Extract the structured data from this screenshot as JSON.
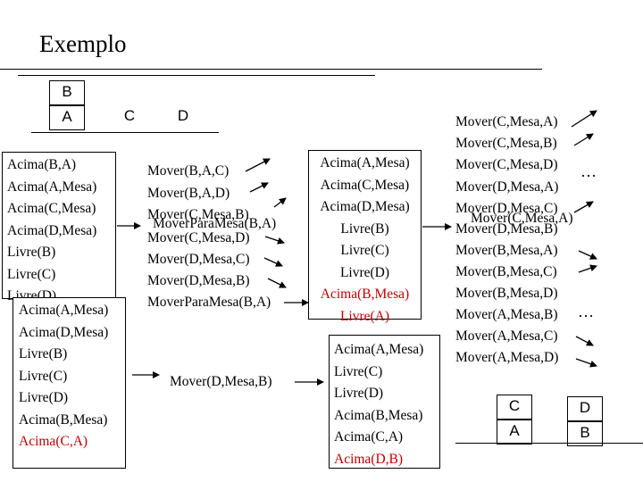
{
  "title": "Exemplo",
  "initial_blocks": {
    "top": "B",
    "bottom": "A",
    "c": "C",
    "d": "D"
  },
  "initial_state": [
    "Acima(B,A)",
    "Acima(A,Mesa)",
    "Acima(C,Mesa)",
    "Acima(D,Mesa)",
    "Livre(B)",
    "Livre(C)",
    "Livre(D)"
  ],
  "actions_1": [
    "Mover(B,A,C)",
    "Mover(B,A,D)",
    "Mover(C,Mesa,B)",
    "MoverParaMesa(B,A)",
    "Mover(C,Mesa,D)",
    "Mover(D,Mesa,C)",
    "Mover(D,Mesa,B)",
    "MoverParaMesa(B,A)"
  ],
  "state_2": {
    "plain": [
      "Acima(A,Mesa)",
      "Acima(C,Mesa)",
      "Acima(D,Mesa)",
      "Livre(B)",
      "Livre(C)",
      "Livre(D)"
    ],
    "highlighted": [
      "Acima(B,Mesa)",
      "Livre(A)"
    ]
  },
  "actions_2": [
    "Mover(C,Mesa,A)",
    "Mover(C,Mesa,B)",
    "Mover(C,Mesa,D)",
    "Mover(D,Mesa,A)",
    "Mover(D,Mesa,C)",
    "Mover(C,Mesa,A)",
    "Mover(D,Mesa,B)",
    "Mover(B,Mesa,A)",
    "Mover(B,Mesa,C)",
    "Mover(B,Mesa,D)",
    "Mover(A,Mesa,B)",
    "Mover(A,Mesa,C)",
    "Mover(A,Mesa,D)"
  ],
  "ellipsis": "…",
  "state_3": {
    "plain": [
      "Acima(A,Mesa)",
      "Acima(D,Mesa)",
      "Livre(B)",
      "Livre(C)",
      "Livre(D)",
      "Acima(B,Mesa)"
    ],
    "highlighted": [
      "Acima(C,A)"
    ]
  },
  "action_3": "Mover(D,Mesa,B)",
  "state_4": {
    "plain": [
      "Acima(A,Mesa)",
      "Livre(C)",
      "Livre(D)",
      "Acima(B,Mesa)",
      "Acima(C,A)"
    ],
    "highlighted": [
      "Acima(D,B)"
    ]
  },
  "final_blocks": {
    "c": "C",
    "a": "A",
    "d": "D",
    "b": "B"
  },
  "colors": {
    "highlight": "#c00000",
    "line": "#000000"
  }
}
